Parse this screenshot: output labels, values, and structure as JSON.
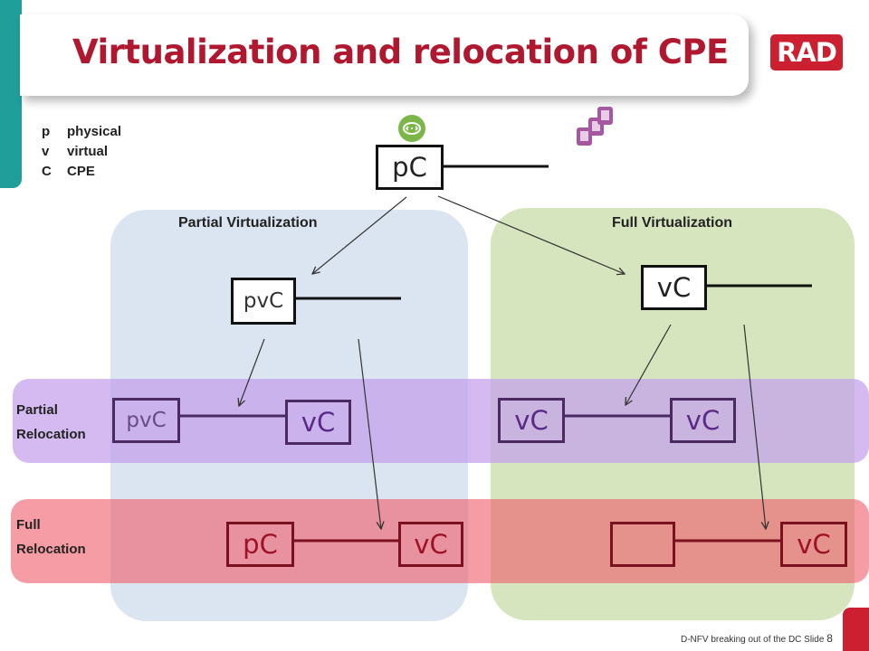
{
  "title": "Virtualization and relocation of CPE",
  "logo": "RAD",
  "legend": [
    {
      "key": "p",
      "value": "physical"
    },
    {
      "key": "v",
      "value": "virtual"
    },
    {
      "key": "C",
      "value": "CPE"
    }
  ],
  "regions": {
    "partial_virtualization": "Partial Virtualization",
    "full_virtualization": "Full Virtualization"
  },
  "bands": {
    "partial_relocation": [
      "Partial",
      "Relocation"
    ],
    "full_relocation": [
      "Full",
      "Relocation"
    ]
  },
  "nodes": {
    "top": "pC",
    "partial_virt": "pvC",
    "full_virt": "vC",
    "pr_left_a": "pvC",
    "pr_left_b": "vC",
    "pr_right_a": "vC",
    "pr_right_b": "vC",
    "fr_left_a": "pC",
    "fr_left_b": "vC",
    "fr_right_a": "",
    "fr_right_b": "vC"
  },
  "footer": {
    "text": "D-NFV breaking out of the DC  Slide",
    "page": "8"
  },
  "icons": [
    "router-icon",
    "mobile-phones-icon"
  ],
  "colors": {
    "title": "#b0182f",
    "accent": "#1f9e9a",
    "brand": "#cc1f2f",
    "partial_virtualization": "#dbe4f1",
    "full_virtualization": "#d6e5bd",
    "partial_relocation": "#c3a0eb",
    "full_relocation": "#f05f6e"
  }
}
